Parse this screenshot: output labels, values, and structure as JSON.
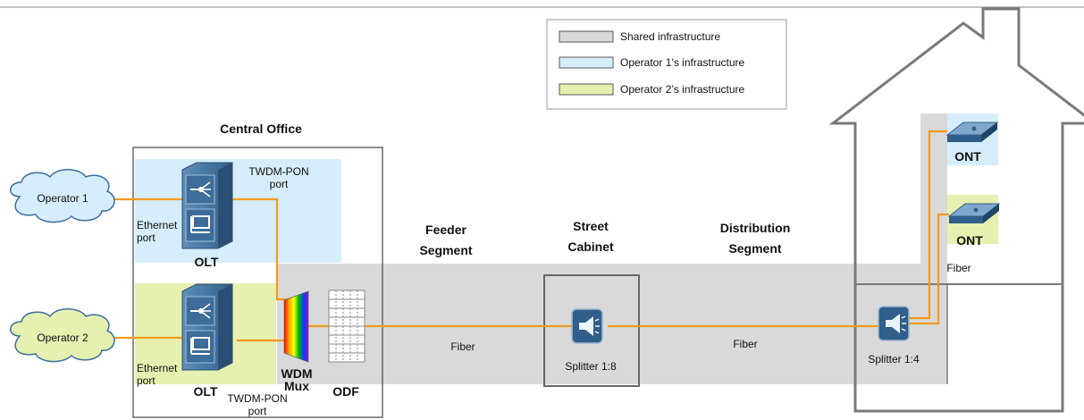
{
  "legend": {
    "shared": "Shared infrastructure",
    "op1": "Operator 1’s infrastructure",
    "op2": "Operator 2’s infrastructure"
  },
  "colors": {
    "shared": "#d9d9d9",
    "op1": "#d6edfb",
    "op2": "#e6f0b0",
    "fiber": "#f39a1e",
    "device": "#3b6fa0"
  },
  "central_office": {
    "title": "Central Office"
  },
  "operators": [
    "Operator 1",
    "Operator 2"
  ],
  "olt": {
    "label": "OLT",
    "ethernet_port": [
      "Ethernet",
      "port"
    ],
    "twdm_port": [
      "TWDM-PON",
      "port"
    ]
  },
  "wdm_mux": [
    "WDM",
    "Mux"
  ],
  "odf": "ODF",
  "feeder_segment": [
    "Feeder",
    "Segment"
  ],
  "street_cabinet": [
    "Street",
    "Cabinet"
  ],
  "distribution_segment": [
    "Distribution",
    "Segment"
  ],
  "fiber": "Fiber",
  "splitter_cabinet": "Splitter 1:8",
  "splitter_home": "Splitter 1:4",
  "ont": "ONT"
}
